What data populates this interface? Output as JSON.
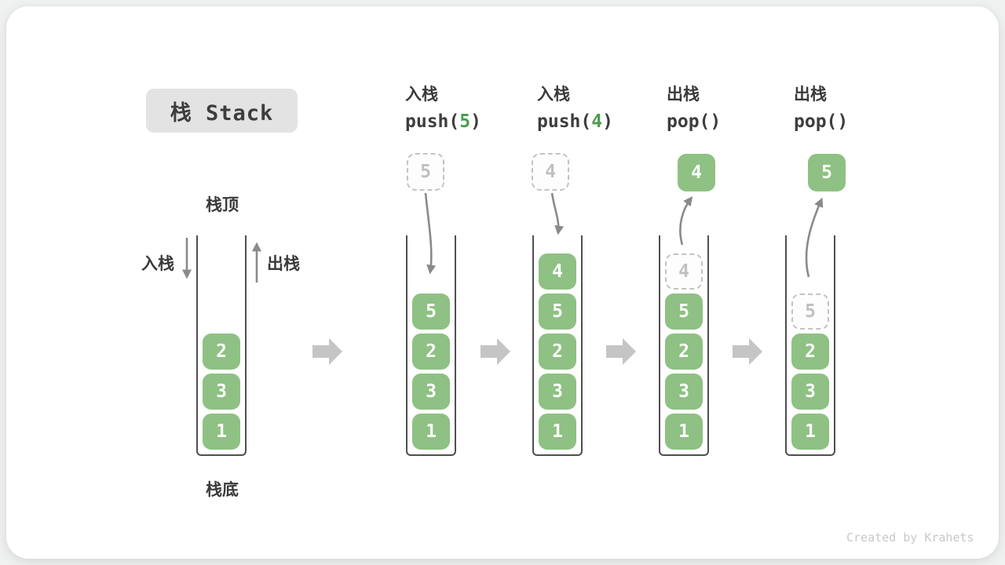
{
  "title_badge": "栈 Stack",
  "legend": {
    "stack_top": "栈顶",
    "stack_bottom": "栈底",
    "push_label": "入栈",
    "pop_label": "出栈"
  },
  "columns": [
    {
      "stack": [
        "1",
        "3",
        "2"
      ]
    },
    {
      "op": {
        "zh": "入栈",
        "fn": "push(",
        "arg": "5",
        "end": ")"
      },
      "incoming": "5",
      "stack": [
        "1",
        "3",
        "2",
        "5"
      ]
    },
    {
      "op": {
        "zh": "入栈",
        "fn": "push(",
        "arg": "4",
        "end": ")"
      },
      "incoming": "4",
      "stack": [
        "1",
        "3",
        "2",
        "5",
        "4"
      ]
    },
    {
      "op": {
        "zh": "出栈",
        "fn": "pop(",
        "arg": "",
        "end": ")"
      },
      "outgoing": "4",
      "ghost": "4",
      "stack": [
        "1",
        "3",
        "2",
        "5"
      ]
    },
    {
      "op": {
        "zh": "出栈",
        "fn": "pop(",
        "arg": "",
        "end": ")"
      },
      "outgoing": "5",
      "ghost": "5",
      "stack": [
        "1",
        "3",
        "2"
      ]
    }
  ],
  "watermark": "Created by Krahets",
  "colors": {
    "element_green": "#8ec183",
    "code_arg_green": "#4a9d4d",
    "badge_bg": "#e3e3e3",
    "ghost_gray": "#c3c3c3",
    "curve_arrow_gray": "#8a8a8a",
    "block_arrow_gray": "#c5c5c5",
    "text_dark": "#3a3a3a",
    "watermark_gray": "#c9c9c9"
  }
}
